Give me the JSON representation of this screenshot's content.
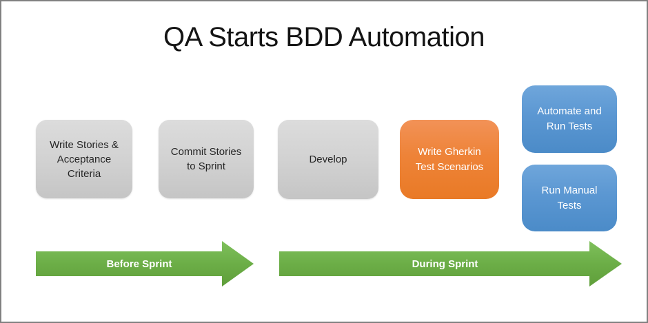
{
  "slide": {
    "title": "QA Starts BDD Automation"
  },
  "steps": [
    {
      "label": "Write Stories & Acceptance Criteria",
      "color_role": "gray"
    },
    {
      "label": "Commit Stories to Sprint",
      "color_role": "gray"
    },
    {
      "label": "Develop",
      "color_role": "gray"
    },
    {
      "label": "Write Gherkin Test Scenarios",
      "color_role": "orange"
    },
    {
      "label": "Automate and Run Tests",
      "color_role": "blue"
    },
    {
      "label": "Run Manual Tests",
      "color_role": "blue"
    }
  ],
  "arrows": [
    {
      "label": "Before Sprint"
    },
    {
      "label": "During Sprint"
    }
  ],
  "colors": {
    "step_gray": "#cccccc",
    "step_orange": "#ed7d31",
    "step_blue": "#5b9bd5",
    "arrow_green": "#6cae47",
    "slide_border": "#808080",
    "title_text": "#141414",
    "light_text": "#ffffff",
    "dark_text": "#262626"
  }
}
